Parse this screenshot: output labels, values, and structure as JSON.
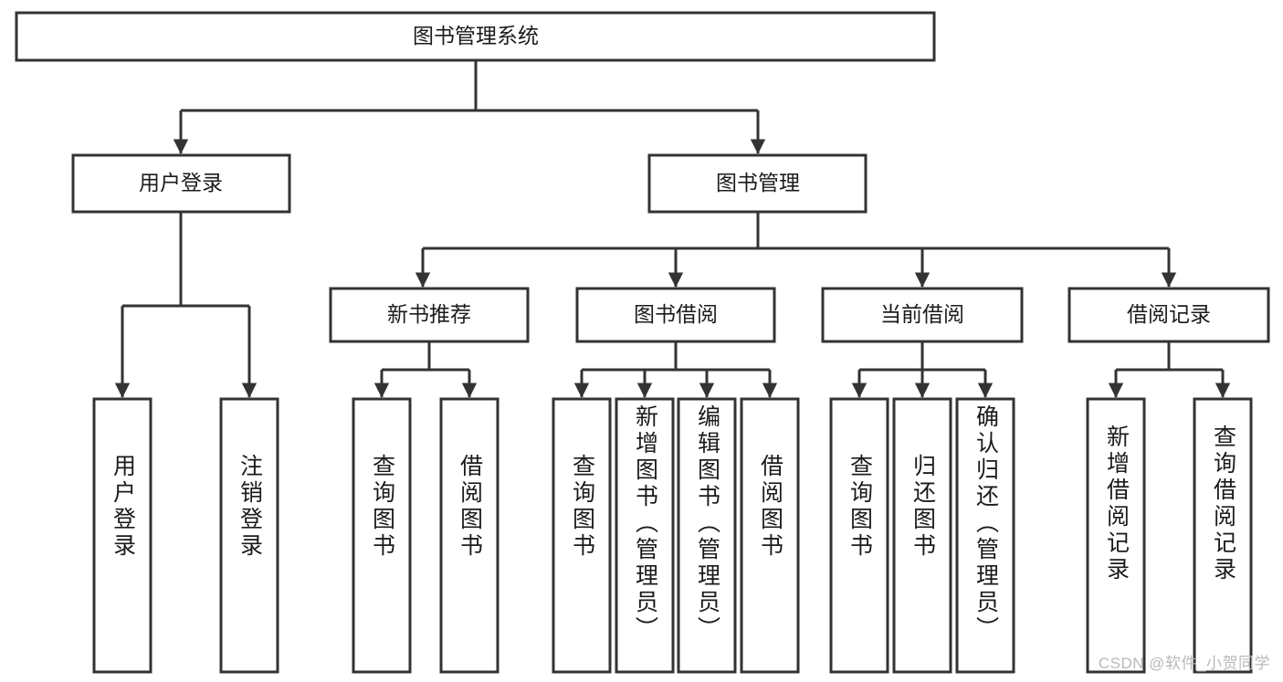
{
  "diagram": {
    "title": "图书管理系统",
    "type": "tree",
    "watermark": "CSDN @软件_小贺同学",
    "root": {
      "label": "图书管理系统",
      "orientation": "horizontal"
    },
    "level2": [
      {
        "label": "用户登录",
        "orientation": "horizontal"
      },
      {
        "label": "图书管理",
        "orientation": "horizontal"
      }
    ],
    "level3": [
      {
        "label": "新书推荐",
        "orientation": "horizontal"
      },
      {
        "label": "图书借阅",
        "orientation": "horizontal"
      },
      {
        "label": "当前借阅",
        "orientation": "horizontal"
      },
      {
        "label": "借阅记录",
        "orientation": "horizontal"
      }
    ],
    "leaves": {
      "user_login": [
        {
          "label": "用户登录",
          "orientation": "vertical"
        },
        {
          "label": "注销登录",
          "orientation": "vertical"
        }
      ],
      "new_book_recommend": [
        {
          "label": "查询图书",
          "orientation": "vertical"
        },
        {
          "label": "借阅图书",
          "orientation": "vertical"
        }
      ],
      "book_borrow": [
        {
          "label": "查询图书",
          "orientation": "vertical"
        },
        {
          "label": "新增图书（管理员）",
          "orientation": "vertical"
        },
        {
          "label": "编辑图书（管理员）",
          "orientation": "vertical"
        },
        {
          "label": "借阅图书",
          "orientation": "vertical"
        }
      ],
      "current_borrow": [
        {
          "label": "查询图书",
          "orientation": "vertical"
        },
        {
          "label": "归还图书",
          "orientation": "vertical"
        },
        {
          "label": "确认归还（管理员）",
          "orientation": "vertical"
        }
      ],
      "borrow_record": [
        {
          "label": "新增借阅记录",
          "orientation": "vertical"
        },
        {
          "label": "查询借阅记录",
          "orientation": "vertical"
        }
      ]
    },
    "colors": {
      "box_stroke": "#333333",
      "box_fill": "#ffffff",
      "text": "#1b1b1b",
      "connector": "#333333",
      "watermark": "#b9b9b9",
      "background": "#ffffff"
    }
  }
}
